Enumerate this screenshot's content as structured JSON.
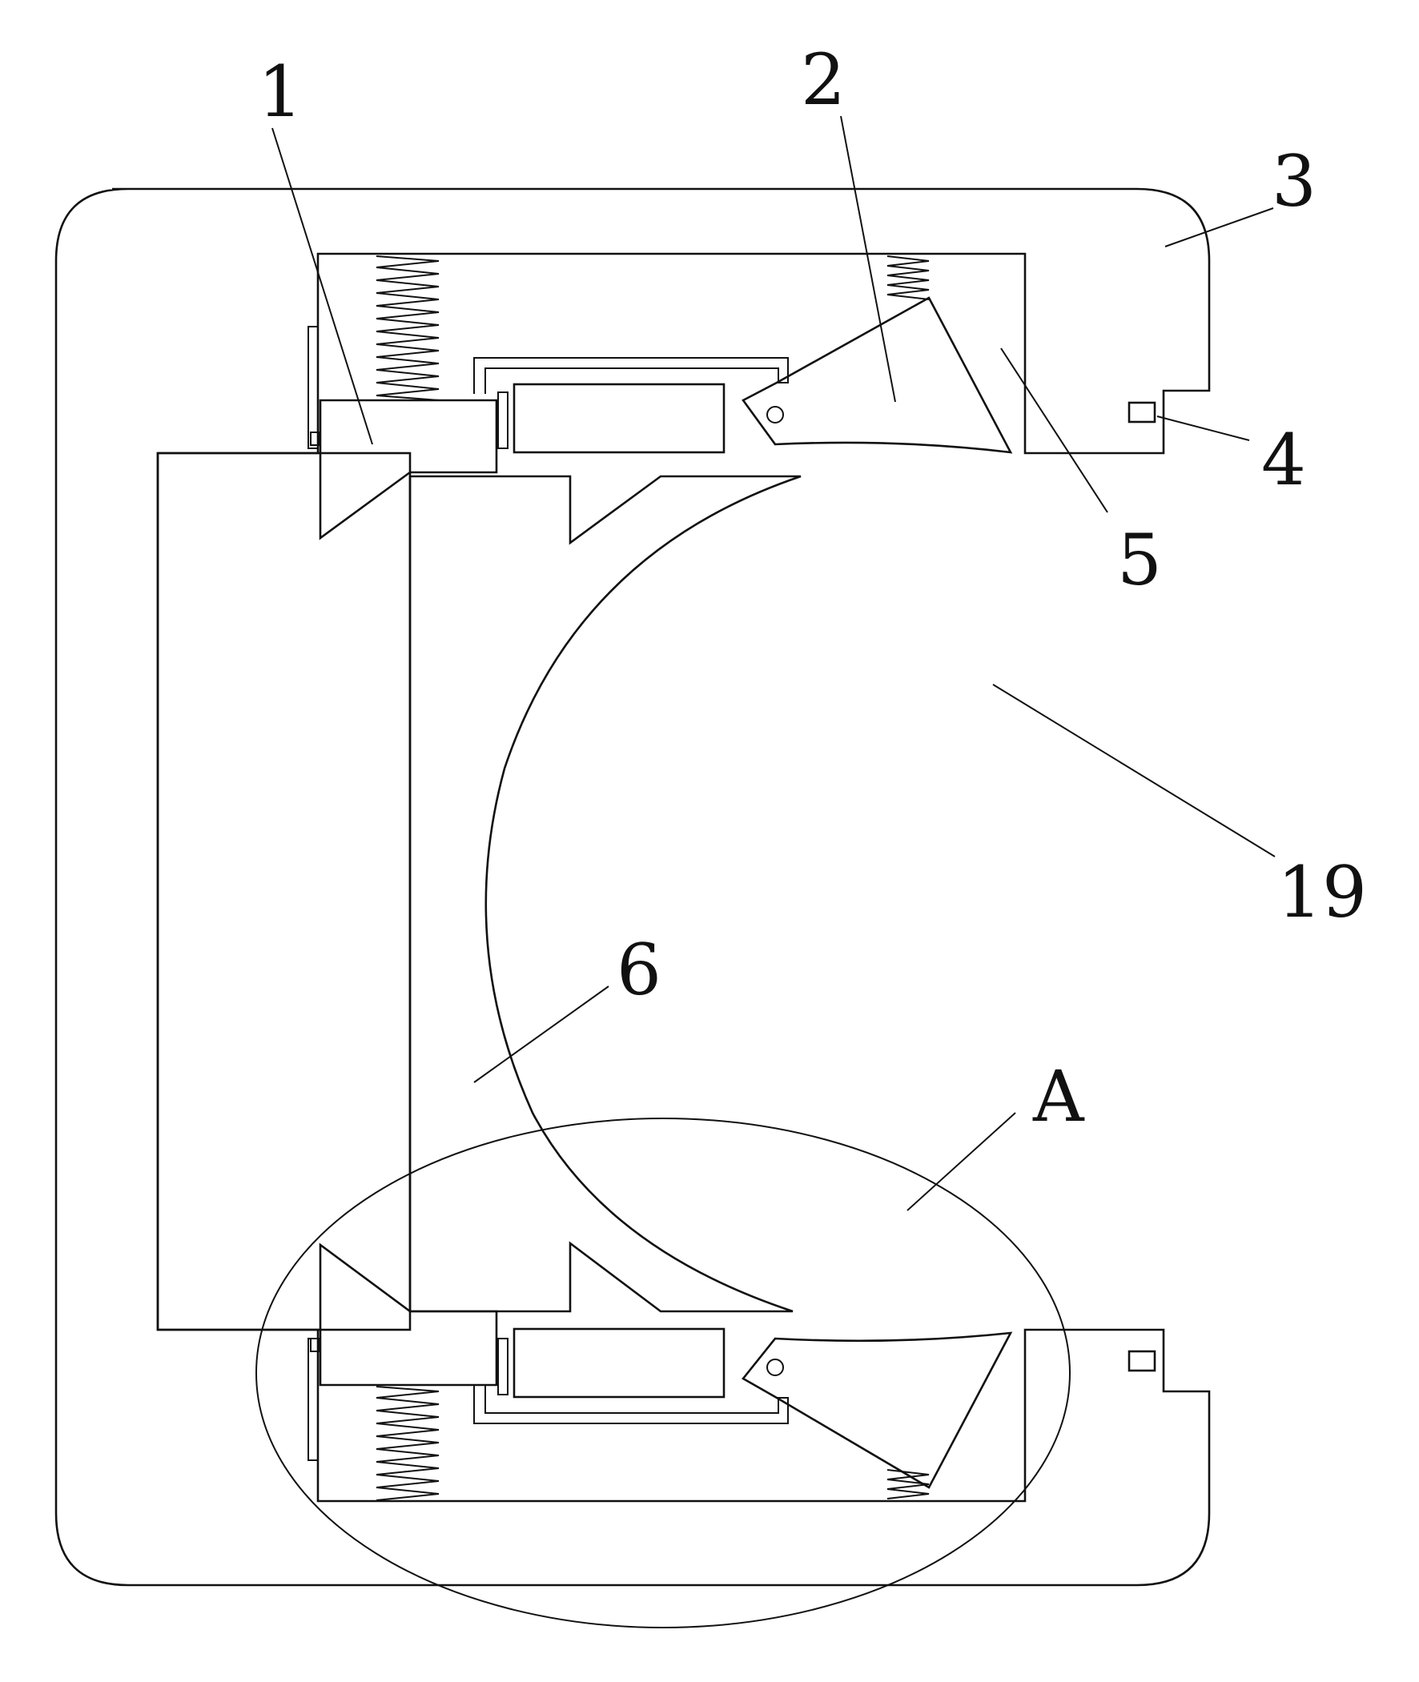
{
  "labels": {
    "l1": "1",
    "l2": "2",
    "l3": "3",
    "l4": "4",
    "l5": "5",
    "l6": "6",
    "l19": "19",
    "lA": "A"
  },
  "colors": {
    "line": "#111111",
    "background": "#ffffff"
  }
}
